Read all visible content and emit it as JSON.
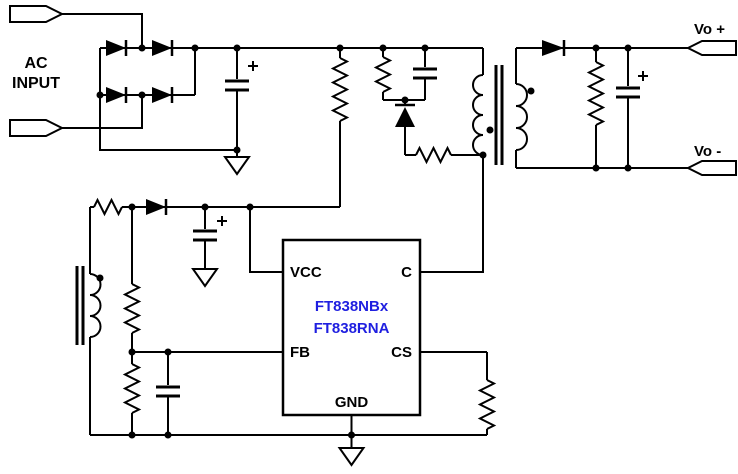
{
  "schematic": {
    "input_label_line1": "AC",
    "input_label_line2": "INPUT",
    "output_positive_label": "Vo +",
    "output_negative_label": "Vo -"
  },
  "ic": {
    "pin_vcc": "VCC",
    "pin_c": "C",
    "pin_fb": "FB",
    "pin_cs": "CS",
    "pin_gnd": "GND",
    "part_number_1": "FT838NBx",
    "part_number_2": "FT838RNA"
  },
  "colors": {
    "wire": "#000000",
    "part_number_text": "#1f1fe0",
    "background": "#ffffff"
  }
}
